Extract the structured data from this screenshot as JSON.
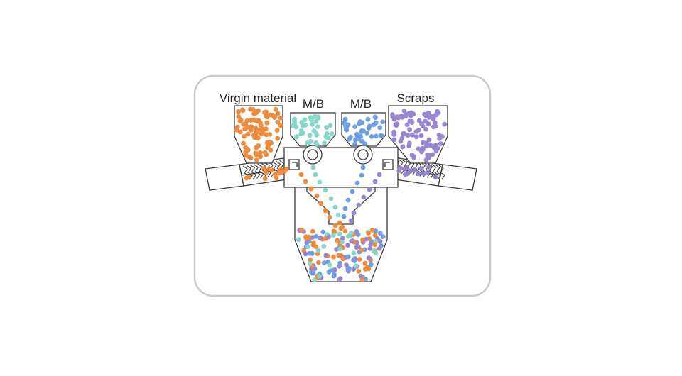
{
  "diagram": {
    "hoppers": [
      {
        "id": "virgin",
        "label": "Virgin material",
        "color": "#f08a3c"
      },
      {
        "id": "mb1",
        "label": "M/B",
        "color": "#86d6cc"
      },
      {
        "id": "mb2",
        "label": "M/B",
        "color": "#6f9ee0"
      },
      {
        "id": "scraps",
        "label": "Scraps",
        "color": "#9a86d0"
      }
    ],
    "frame_color": "#c8c8c8",
    "line_color": "#3a3a3a"
  }
}
